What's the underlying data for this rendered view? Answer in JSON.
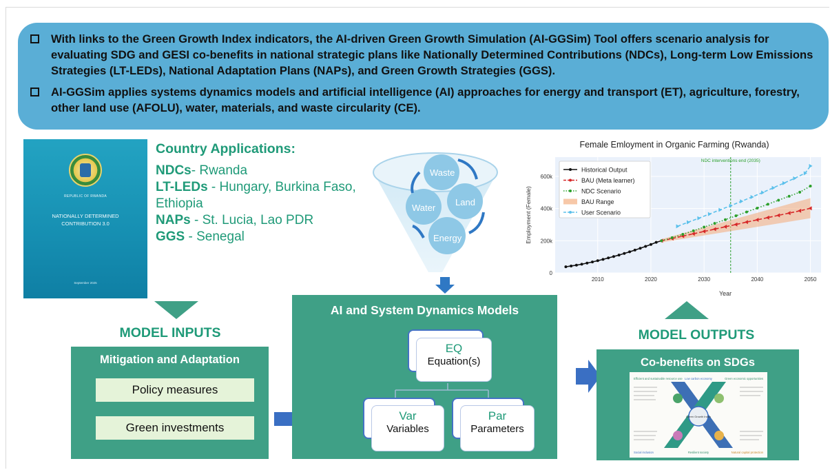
{
  "banner": {
    "bullets": [
      "With links to the Green Growth Index indicators, the AI-driven Green Growth Simulation (AI-GGSim) Tool offers scenario analysis for evaluating SDG and GESI co-benefits in national strategic plans like Nationally Determined Contributions (NDCs), Long-term Low Emissions Strategies (LT-LEDs), National Adaptation Plans (NAPs), and Green Growth Strategies (GGS).",
      "AI-GGSim applies systems dynamics models and artificial intelligence (AI) approaches for energy and transport (ET), agriculture, forestry, other land use (AFOLU), water, materials, and waste circularity (CE)."
    ]
  },
  "cover": {
    "republic": "REPUBLIC OF RWANDA",
    "title": "NATIONALLY DETERMINED CONTRIBUTION 3.0",
    "date": "September 2025"
  },
  "country_apps": {
    "heading": "Country Applications:",
    "items": [
      {
        "key": "NDCs",
        "sep": "- ",
        "value": "Rwanda"
      },
      {
        "key": "LT-LEDs",
        "sep": " - ",
        "value": "Hungary, Burkina Faso, Ethiopia"
      },
      {
        "key": "NAPs",
        "sep": " - ",
        "value": "St. Lucia, Lao PDR"
      },
      {
        "key": "GGS",
        "sep": " - ",
        "value": "Senegal"
      }
    ]
  },
  "sectors": {
    "waste": "Waste",
    "water": "Water",
    "land": "Land",
    "energy": "Energy"
  },
  "model_inputs": {
    "title": "MODEL INPUTS",
    "box_title": "Mitigation and Adaptation",
    "items": [
      "Policy measures",
      "Green investments"
    ]
  },
  "models": {
    "title": "AI and System Dynamics Models",
    "eq": {
      "abbr": "EQ",
      "label": "Equation(s)"
    },
    "var": {
      "abbr": "Var",
      "label": "Variables"
    },
    "par": {
      "abbr": "Par",
      "label": "Parameters"
    }
  },
  "model_outputs": {
    "title": "MODEL OUTPUTS",
    "box_title": "Co-benefits on SDGs",
    "sdg": {
      "tl": "Efficient and sustainable resource use",
      "top": "Low carbon economy",
      "tr": "Green economic opportunities",
      "center": "Green Growth Index",
      "bl": "Social inclusion",
      "bottom": "Resilient society",
      "br": "Natural capital protection"
    }
  },
  "chart_data": {
    "type": "line",
    "title": "Female Emloyment in Organic Farming (Rwanda)",
    "xlabel": "Year",
    "ylabel": "Employment (Female)",
    "xlim": [
      2002,
      2052
    ],
    "ylim": [
      0,
      720000
    ],
    "xticks": [
      2010,
      2020,
      2030,
      2040,
      2050
    ],
    "yticks": [
      0,
      200000,
      400000,
      600000
    ],
    "ytick_labels": [
      "0",
      "200k",
      "400k",
      "600k"
    ],
    "annotation": {
      "x": 2035,
      "text": "NDC interventions end (2035)"
    },
    "legend_position": "top-left",
    "series": [
      {
        "name": "Historical Output",
        "color": "#111111",
        "style": "solid",
        "marker": "circle",
        "x": [
          2004,
          2005,
          2006,
          2007,
          2008,
          2009,
          2010,
          2011,
          2012,
          2013,
          2014,
          2015,
          2016,
          2017,
          2018,
          2019,
          2020,
          2021,
          2022
        ],
        "y": [
          38000,
          43000,
          48000,
          54000,
          61000,
          68000,
          76000,
          84000,
          93000,
          102000,
          111000,
          121000,
          131000,
          142000,
          153000,
          165000,
          177000,
          190000,
          200000
        ]
      },
      {
        "name": "BAU (Meta learner)",
        "color": "#d62728",
        "style": "dashed",
        "marker": "triangle-left",
        "x": [
          2022,
          2024,
          2026,
          2028,
          2030,
          2032,
          2034,
          2036,
          2038,
          2040,
          2042,
          2044,
          2046,
          2048,
          2050
        ],
        "y": [
          200000,
          214000,
          229000,
          243000,
          258000,
          272000,
          287000,
          301000,
          316000,
          330000,
          344000,
          358000,
          372000,
          386000,
          402000
        ]
      },
      {
        "name": "NDC Scenario",
        "color": "#2ca02c",
        "style": "dotted",
        "marker": "circle",
        "x": [
          2022,
          2024,
          2026,
          2028,
          2030,
          2032,
          2034,
          2036,
          2038,
          2040,
          2042,
          2044,
          2046,
          2048,
          2050
        ],
        "y": [
          200000,
          219000,
          240000,
          262000,
          285000,
          308000,
          331000,
          355000,
          379000,
          403000,
          427000,
          452000,
          477000,
          502000,
          540000
        ]
      },
      {
        "name": "BAU Range",
        "color": "#f4b183",
        "style": "band",
        "x": [
          2022,
          2050
        ],
        "y_low": [
          190000,
          340000
        ],
        "y_high": [
          210000,
          465000
        ]
      },
      {
        "name": "User Scenario",
        "color": "#5bc0eb",
        "style": "dashed",
        "marker": "triangle-right",
        "x": [
          2025,
          2027,
          2029,
          2031,
          2033,
          2035,
          2037,
          2039,
          2041,
          2043,
          2045,
          2047,
          2049,
          2050
        ],
        "y": [
          290000,
          315000,
          340000,
          366000,
          392000,
          418000,
          445000,
          472000,
          500000,
          529000,
          558000,
          588000,
          620000,
          665000
        ]
      }
    ]
  }
}
